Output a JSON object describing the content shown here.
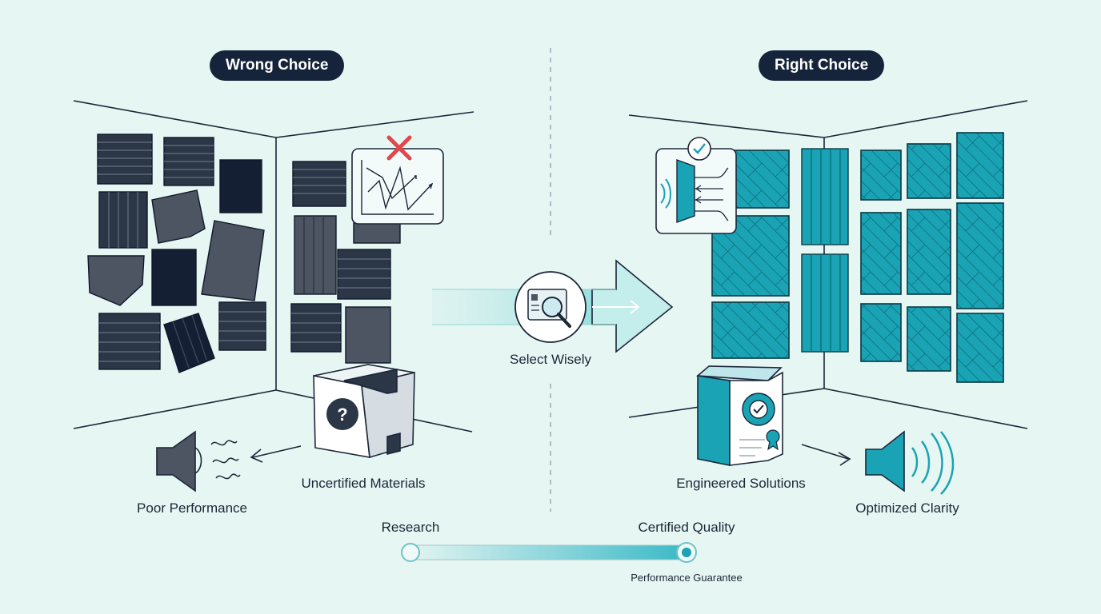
{
  "headers": {
    "left": "Wrong Choice",
    "right": "Right Choice"
  },
  "labels": {
    "poor_performance": "Poor Performance",
    "uncertified": "Uncertified Materials",
    "select_wisely": "Select Wisely",
    "engineered": "Engineered Solutions",
    "optimized": "Optimized Clarity",
    "research": "Research",
    "certified_quality": "Certified Quality",
    "performance_guarantee": "Performance Guarantee"
  },
  "colors": {
    "dark": "#15243a",
    "panel_dark": "#2b3647",
    "panel_gray": "#4d5563",
    "teal": "#1aa3b4",
    "bg": "#e6f6f3",
    "error": "#e0474c"
  },
  "icons": [
    "close-icon",
    "chart-icon",
    "question-icon",
    "speaker-icon",
    "sound-waves-icon",
    "search-document-icon",
    "arrow-icon",
    "check-icon",
    "gear-badge-icon",
    "ribbon-icon"
  ]
}
